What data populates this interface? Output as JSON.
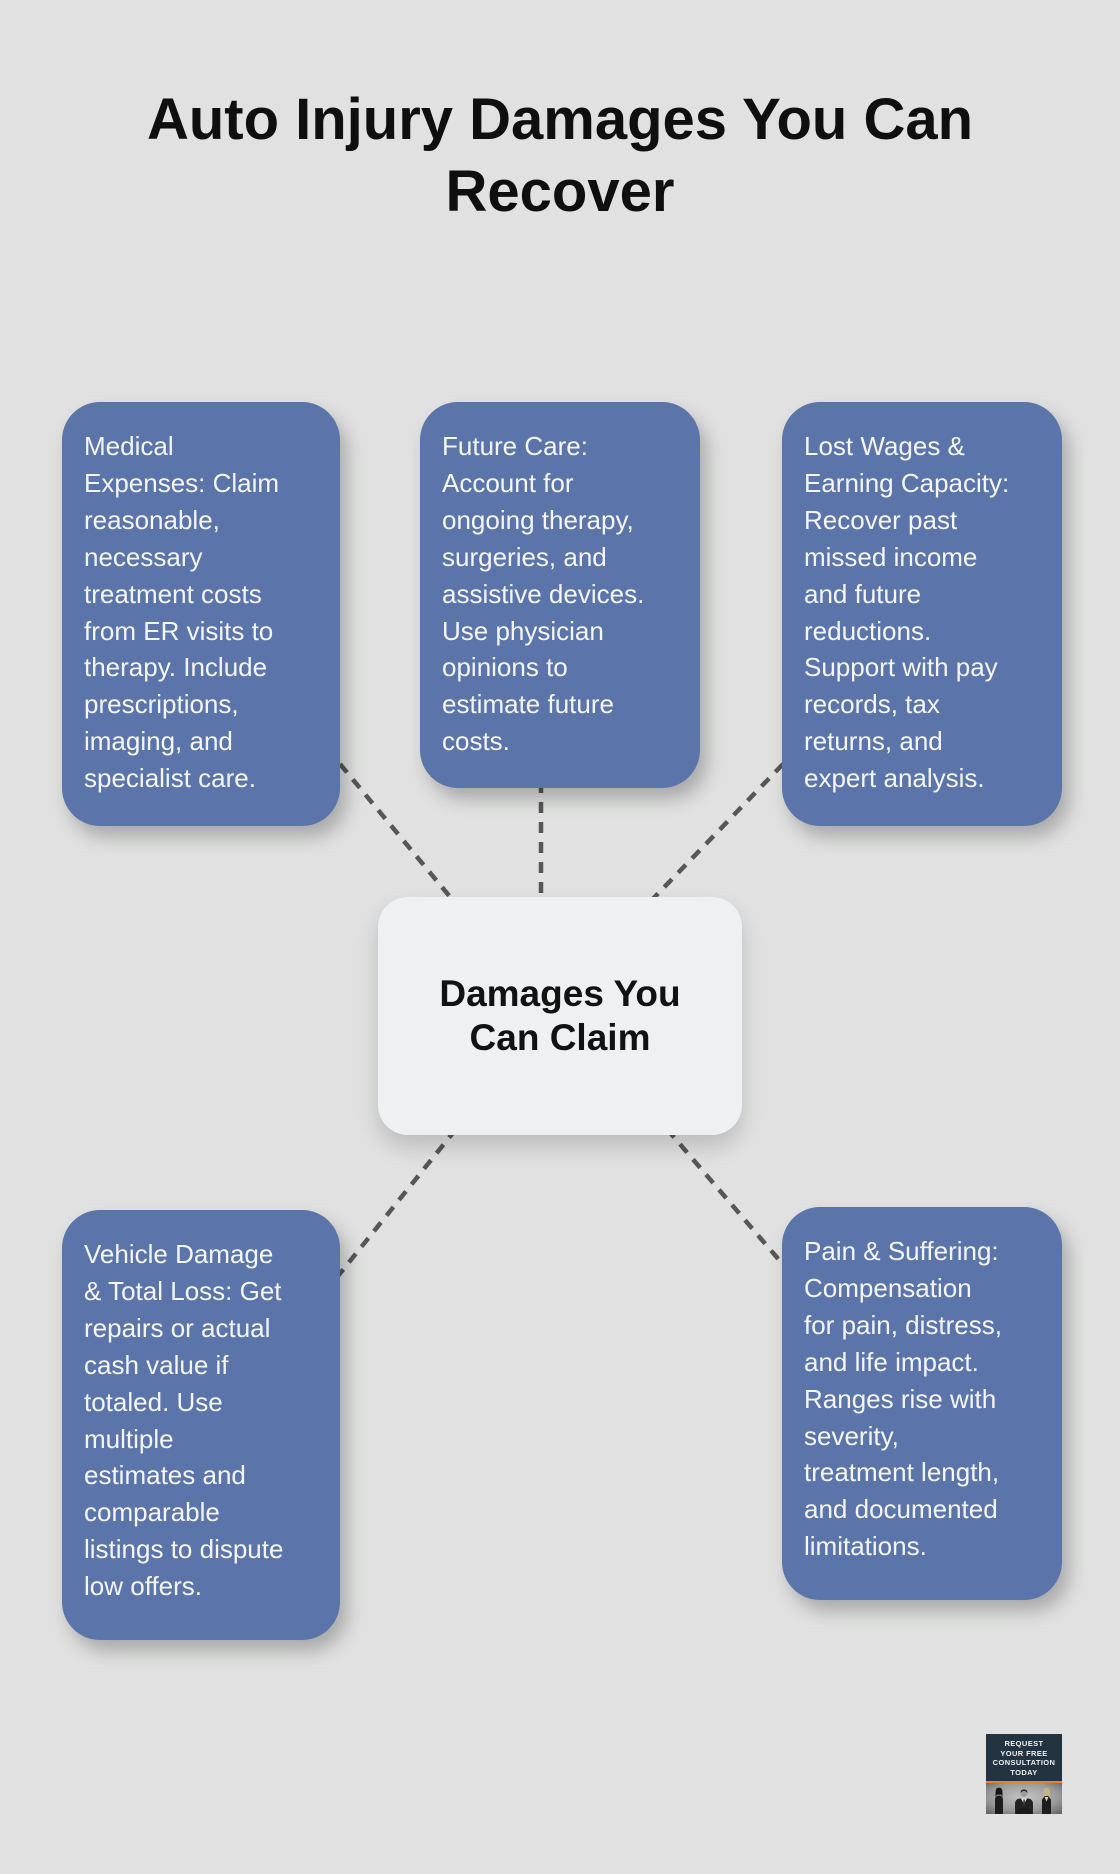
{
  "title": "Auto Injury Damages You Can\nRecover",
  "center_node": {
    "label": "Damages You\nCan Claim"
  },
  "nodes": [
    {
      "id": "medical-expenses",
      "text": "Medical\nExpenses: Claim\nreasonable,\nnecessary\ntreatment costs\nfrom ER visits to\ntherapy. Include\nprescriptions,\nimaging, and\nspecialist care."
    },
    {
      "id": "future-care",
      "text": "Future Care:\nAccount for\nongoing therapy,\nsurgeries, and\nassistive devices.\nUse physician\nopinions to\nestimate future\ncosts."
    },
    {
      "id": "lost-wages",
      "text": "Lost Wages &\nEarning Capacity:\nRecover past\nmissed income\nand future\nreductions.\nSupport with pay\nrecords, tax\nreturns, and\nexpert analysis."
    },
    {
      "id": "vehicle-damage",
      "text": "Vehicle Damage\n& Total Loss: Get\nrepairs or actual\ncash value if\ntotaled. Use\nmultiple\nestimates and\ncomparable\nlistings to dispute\nlow offers."
    },
    {
      "id": "pain-suffering",
      "text": "Pain & Suffering:\nCompensation\nfor pain, distress,\nand life impact.\nRanges rise with\nseverity,\ntreatment length,\nand documented\nlimitations."
    }
  ],
  "badge": {
    "cta_text": "REQUEST\nYOUR FREE\nCONSULTATION\nTODAY"
  },
  "colors": {
    "background": "#e0e1e0",
    "node_fill": "#5b74aa",
    "node_text": "#f4f6f8",
    "center_fill": "#eff0f2",
    "center_text": "#121212",
    "connector": "#575757",
    "badge_background": "#233440",
    "badge_accent": "#e8862d"
  }
}
